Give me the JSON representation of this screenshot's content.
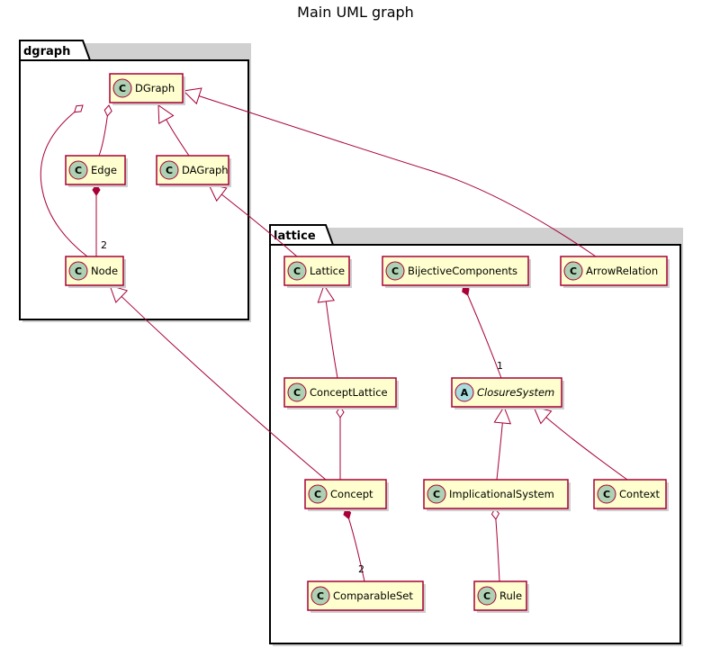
{
  "title": "Main UML graph",
  "colors": {
    "class_fill": "#FEFECE",
    "class_border": "#A80036",
    "edge": "#A80036",
    "circle_class": "#ADD1B2",
    "circle_abstract": "#A9DCDF",
    "package_border": "#000000"
  },
  "packages": [
    {
      "id": "dgraph",
      "label": "dgraph"
    },
    {
      "id": "lattice",
      "label": "lattice"
    }
  ],
  "classes": [
    {
      "id": "DGraph",
      "label": "DGraph",
      "stereotype": "C",
      "package": "dgraph",
      "icon": "class-icon"
    },
    {
      "id": "Edge",
      "label": "Edge",
      "stereotype": "C",
      "package": "dgraph",
      "icon": "class-icon"
    },
    {
      "id": "DAGraph",
      "label": "DAGraph",
      "stereotype": "C",
      "package": "dgraph",
      "icon": "class-icon"
    },
    {
      "id": "Node",
      "label": "Node",
      "stereotype": "C",
      "package": "dgraph",
      "icon": "class-icon"
    },
    {
      "id": "Lattice",
      "label": "Lattice",
      "stereotype": "C",
      "package": "lattice",
      "icon": "class-icon"
    },
    {
      "id": "BijectiveComponents",
      "label": "BijectiveComponents",
      "stereotype": "C",
      "package": "lattice",
      "icon": "class-icon"
    },
    {
      "id": "ArrowRelation",
      "label": "ArrowRelation",
      "stereotype": "C",
      "package": "lattice",
      "icon": "class-icon"
    },
    {
      "id": "ConceptLattice",
      "label": "ConceptLattice",
      "stereotype": "C",
      "package": "lattice",
      "icon": "class-icon"
    },
    {
      "id": "ClosureSystem",
      "label": "ClosureSystem",
      "stereotype": "A",
      "package": "lattice",
      "abstract": true,
      "icon": "abstract-class-icon"
    },
    {
      "id": "Concept",
      "label": "Concept",
      "stereotype": "C",
      "package": "lattice",
      "icon": "class-icon"
    },
    {
      "id": "ImplicationalSystem",
      "label": "ImplicationalSystem",
      "stereotype": "C",
      "package": "lattice",
      "icon": "class-icon"
    },
    {
      "id": "Context",
      "label": "Context",
      "stereotype": "C",
      "package": "lattice",
      "icon": "class-icon"
    },
    {
      "id": "ComparableSet",
      "label": "ComparableSet",
      "stereotype": "C",
      "package": "lattice",
      "icon": "class-icon"
    },
    {
      "id": "Rule",
      "label": "Rule",
      "stereotype": "C",
      "package": "lattice",
      "icon": "class-icon"
    }
  ],
  "relations": [
    {
      "id": "r1",
      "from": "Edge",
      "to": "DGraph",
      "type": "aggregation",
      "multiplicity": ""
    },
    {
      "id": "r2",
      "from": "DAGraph",
      "to": "DGraph",
      "type": "inheritance",
      "multiplicity": ""
    },
    {
      "id": "r3",
      "from": "Node",
      "to": "DGraph",
      "type": "aggregation",
      "multiplicity": ""
    },
    {
      "id": "r4",
      "from": "Node",
      "to": "Edge",
      "type": "composition",
      "multiplicity": "2"
    },
    {
      "id": "r5",
      "from": "Lattice",
      "to": "DAGraph",
      "type": "inheritance",
      "multiplicity": ""
    },
    {
      "id": "r6",
      "from": "ArrowRelation",
      "to": "DGraph",
      "type": "inheritance",
      "multiplicity": ""
    },
    {
      "id": "r7",
      "from": "Concept",
      "to": "Node",
      "type": "inheritance",
      "multiplicity": ""
    },
    {
      "id": "r8",
      "from": "ConceptLattice",
      "to": "Lattice",
      "type": "inheritance",
      "multiplicity": ""
    },
    {
      "id": "r9",
      "from": "ClosureSystem",
      "to": "BijectiveComponents",
      "type": "composition",
      "multiplicity": "1"
    },
    {
      "id": "r10",
      "from": "Concept",
      "to": "ConceptLattice",
      "type": "aggregation",
      "multiplicity": ""
    },
    {
      "id": "r11",
      "from": "ImplicationalSystem",
      "to": "ClosureSystem",
      "type": "inheritance",
      "multiplicity": ""
    },
    {
      "id": "r12",
      "from": "Context",
      "to": "ClosureSystem",
      "type": "inheritance",
      "multiplicity": ""
    },
    {
      "id": "r13",
      "from": "ComparableSet",
      "to": "Concept",
      "type": "composition",
      "multiplicity": "2"
    },
    {
      "id": "r14",
      "from": "Rule",
      "to": "ImplicationalSystem",
      "type": "aggregation",
      "multiplicity": ""
    }
  ]
}
